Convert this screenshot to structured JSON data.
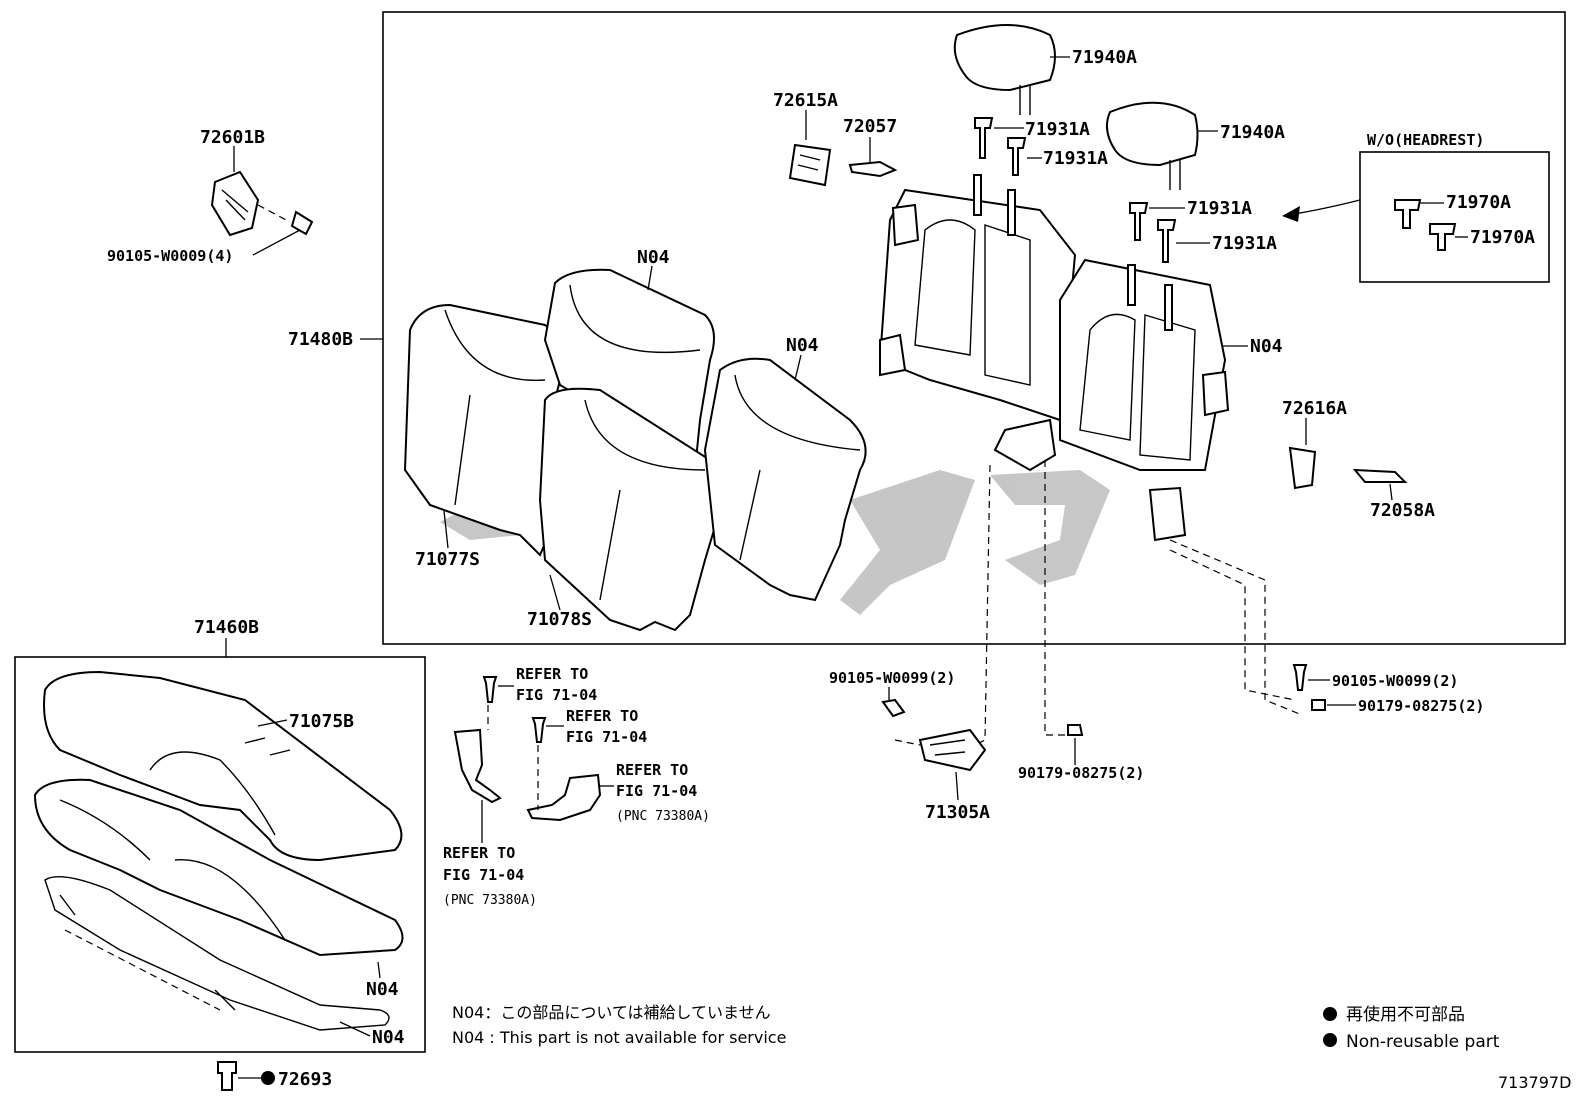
{
  "labels": {
    "p72601B": "72601B",
    "p90105_w0009": "90105-W0009(4)",
    "p71480B": "71480B",
    "p72615A": "72615A",
    "p72057": "72057",
    "p71940A_1": "71940A",
    "p71940A_2": "71940A",
    "p71931A_1": "71931A",
    "p71931A_2": "71931A",
    "p71931A_3": "71931A",
    "p71931A_4": "71931A",
    "wo_headrest": "W/O(HEADREST)",
    "p71970A_1": "71970A",
    "p71970A_2": "71970A",
    "n04_1": "N04",
    "n04_2": "N04",
    "n04_3": "N04",
    "p72616A": "72616A",
    "p72058A": "72058A",
    "p71077S": "71077S",
    "p71078S": "71078S",
    "p71460B": "71460B",
    "p71075B": "71075B",
    "n04_4": "N04",
    "n04_5": "N04",
    "p72693": "72693",
    "refer1_line1": "REFER TO",
    "refer1_line2": "FIG 71-04",
    "refer2_line1": "REFER TO",
    "refer2_line2": "FIG 71-04",
    "refer3_line1": "REFER TO",
    "refer3_line2": "FIG 71-04",
    "refer3_pnc": "(PNC 73380A)",
    "refer4_line1": "REFER TO",
    "refer4_line2": "FIG 71-04",
    "refer4_pnc": "(PNC 73380A)",
    "p90105_w0099_l": "90105-W0099(2)",
    "p90179_08275_c": "90179-08275(2)",
    "p71305A": "71305A",
    "p90105_w0099_r": "90105-W0099(2)",
    "p90179_08275_r": "90179-08275(2)"
  },
  "notes": {
    "jp": "N04：この部品については補給していません",
    "en": "N04 : This part is not available for service"
  },
  "legend": {
    "jp": "再使用不可部品",
    "en": "Non-reusable part"
  },
  "figure_code": "713797D",
  "colors": {
    "line": "#000000",
    "watermark": "#bdbdbd",
    "background": "#ffffff"
  }
}
